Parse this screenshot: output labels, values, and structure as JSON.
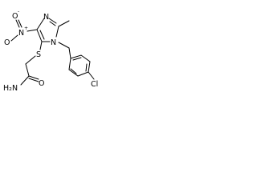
{
  "molecule": {
    "atoms": {
      "n_ring_top": "N",
      "n_ring_benzyl": "N",
      "n_nitro": "N",
      "nitro_plus": "+",
      "o_nitro_top": "O",
      "o_nitro_minus": "-",
      "o_nitro_bottom": "O",
      "sulfur": "S",
      "amide_nitrogen": "H₂N",
      "amide_oxygen": "O",
      "chlorine": "Cl"
    }
  }
}
